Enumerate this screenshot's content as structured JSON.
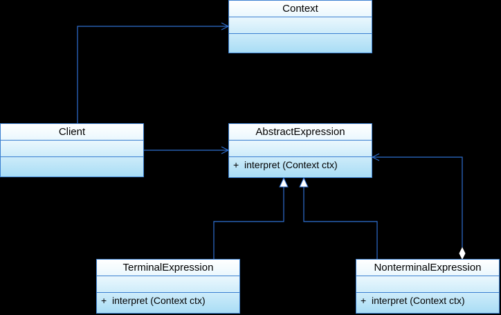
{
  "diagram": {
    "type": "uml-class-diagram",
    "line_color": "#2f6fd0",
    "box_border_color": "#3a7fd0",
    "box_fill_top": "#ffffff",
    "box_fill_bottom": "#a9ddf5",
    "background": "#000000"
  },
  "classes": {
    "context": {
      "name": "Context",
      "operations": []
    },
    "client": {
      "name": "Client",
      "operations": []
    },
    "abstract_expression": {
      "name": "AbstractExpression",
      "operations": [
        {
          "visibility": "+",
          "signature": "interpret (Context ctx)"
        }
      ]
    },
    "terminal_expression": {
      "name": "TerminalExpression",
      "operations": [
        {
          "visibility": "+",
          "signature": "interpret (Context ctx)"
        }
      ]
    },
    "nonterminal_expression": {
      "name": "NonterminalExpression",
      "operations": [
        {
          "visibility": "+",
          "signature": "interpret (Context ctx)"
        }
      ]
    }
  },
  "relations": [
    {
      "from": "client",
      "to": "context",
      "kind": "association"
    },
    {
      "from": "client",
      "to": "abstract_expression",
      "kind": "association"
    },
    {
      "from": "terminal_expression",
      "to": "abstract_expression",
      "kind": "generalization"
    },
    {
      "from": "nonterminal_expression",
      "to": "abstract_expression",
      "kind": "generalization"
    },
    {
      "from": "nonterminal_expression",
      "to": "abstract_expression",
      "kind": "aggregation"
    }
  ]
}
